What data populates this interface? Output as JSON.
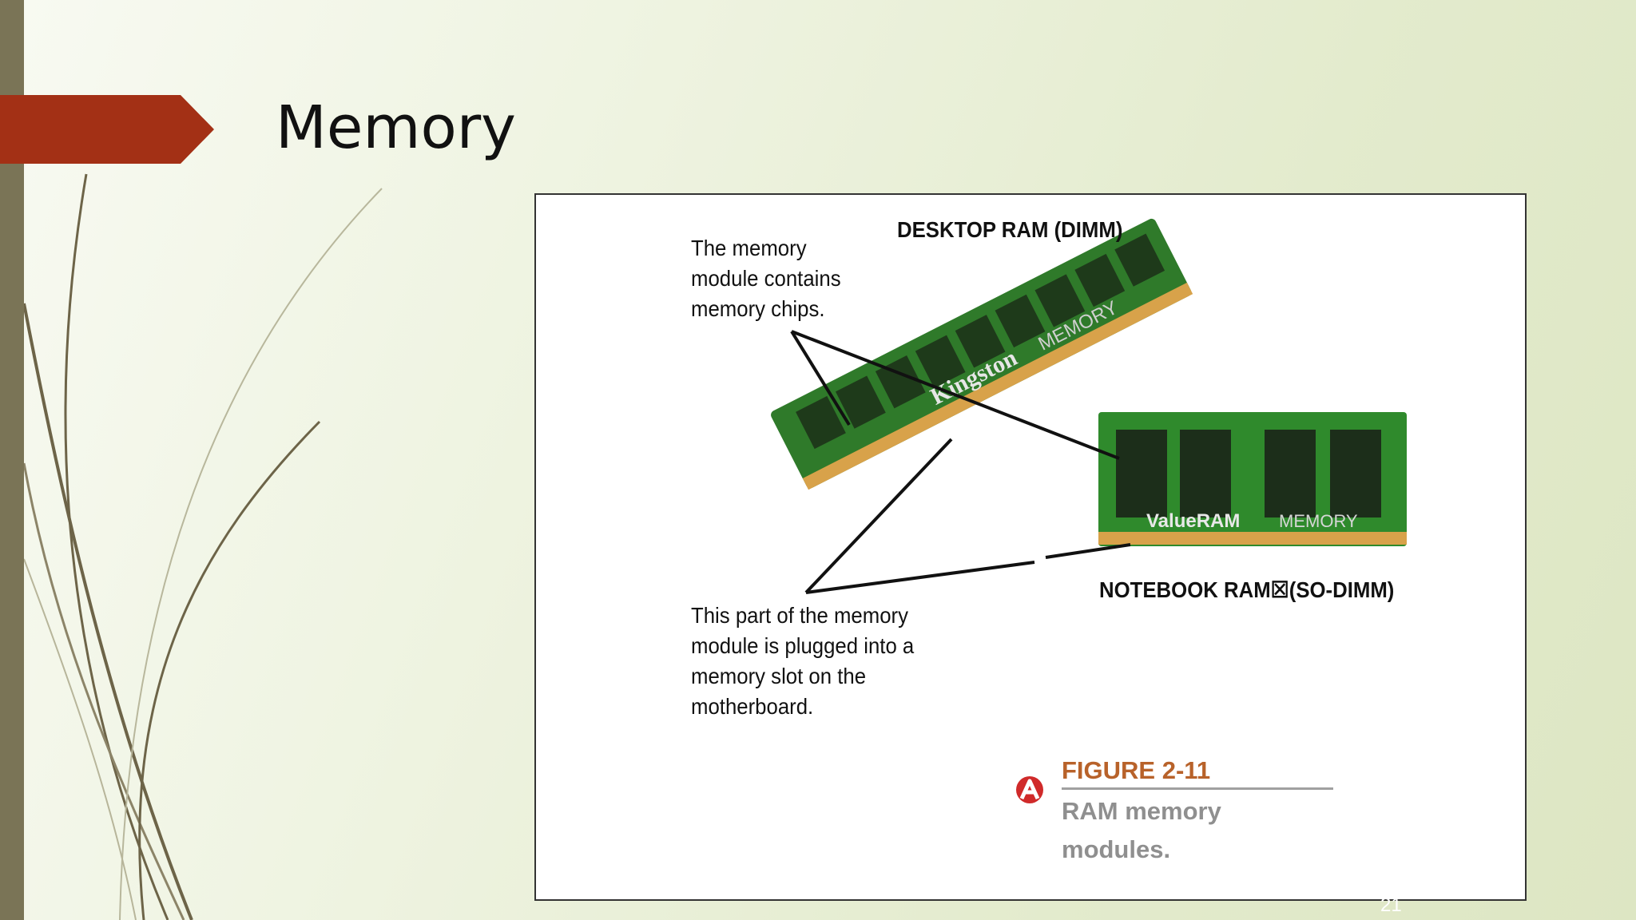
{
  "slide": {
    "title": "Memory",
    "page_number": "21",
    "accent_color": "#a33015",
    "bar_color": "#7a7456"
  },
  "figure": {
    "label_desktop": "DESKTOP RAM (DIMM)",
    "label_notebook": "NOTEBOOK RAM☒(SO-DIMM)",
    "label_chips": "The memory\nmodule contains\nmemory chips.",
    "label_plug": "This part of the memory\nmodule is plugged into a\nmemory slot on the\nmotherboard.",
    "desktop_module_brand": "Kingston",
    "desktop_module_text": "MEMORY",
    "notebook_module_brand": "ValueRAM",
    "notebook_module_text": "MEMORY",
    "figure_number": "FIGURE 2-11",
    "figure_caption": "RAM memory\nmodules."
  }
}
